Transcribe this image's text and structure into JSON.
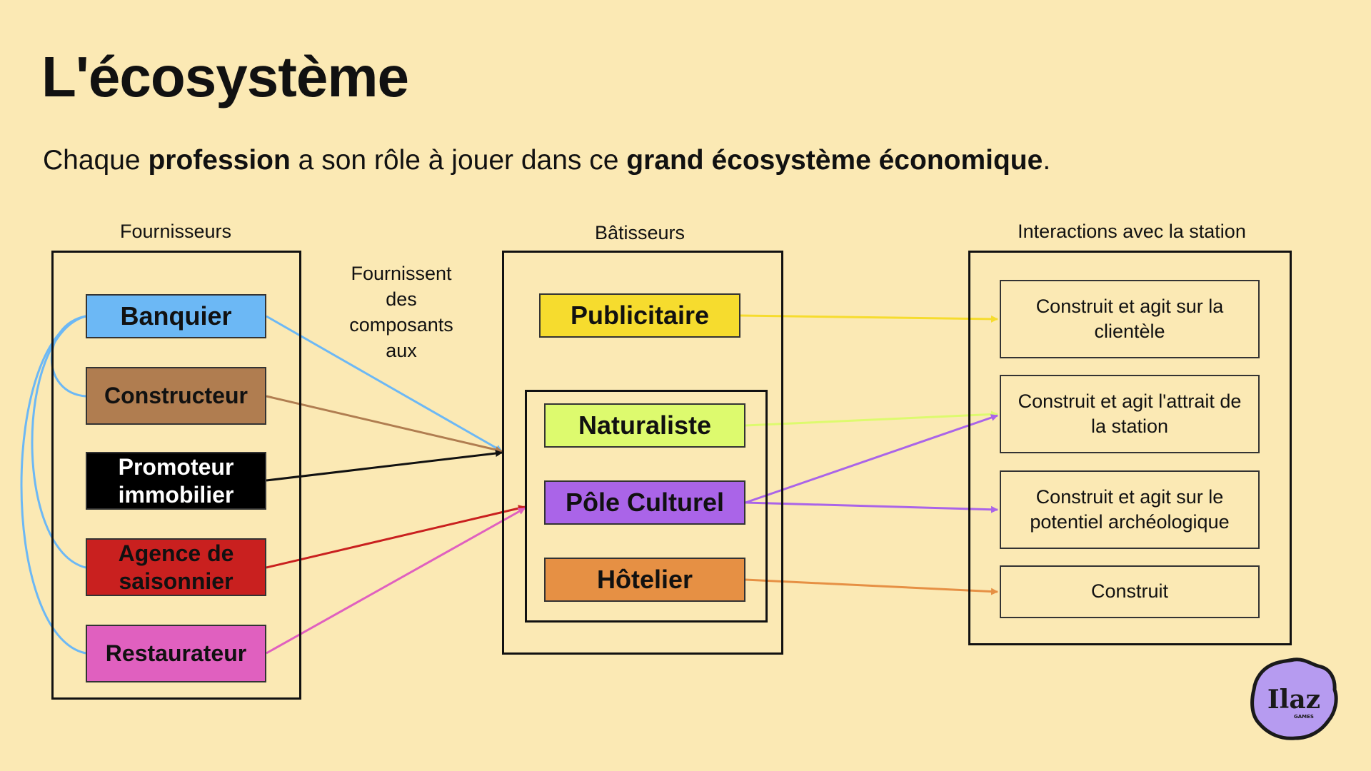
{
  "title": "L'écosystème",
  "subtitle": {
    "part1": "Chaque ",
    "bold1": "profession",
    "part2": " a son rôle à jouer dans ce ",
    "bold2": "grand écosystème économique",
    "part3": "."
  },
  "columns": {
    "suppliers": "Fournisseurs",
    "builders": "Bâtisseurs",
    "interactions": "Interactions avec la station"
  },
  "middle_label": {
    "line1": "Fournissent",
    "line2": "des",
    "line3": "composants",
    "line4": "aux"
  },
  "suppliers": [
    {
      "label": "Banquier",
      "color": "#6cb8f5"
    },
    {
      "label": "Constructeur",
      "color": "#b07d50"
    },
    {
      "label": "Promoteur immobilier",
      "color": "#000000"
    },
    {
      "label": "Agence de saisonnier",
      "color": "#c9201f"
    },
    {
      "label": "Restaurateur",
      "color": "#e060bf"
    }
  ],
  "builders": [
    {
      "label": "Publicitaire",
      "color": "#f6dc2e"
    },
    {
      "label": "Naturaliste",
      "color": "#ddfa6e"
    },
    {
      "label": "Pôle Culturel",
      "color": "#aa64e8"
    },
    {
      "label": "Hôtelier",
      "color": "#e69044"
    }
  ],
  "interactions": [
    {
      "label": "Construit et agit sur la clientèle"
    },
    {
      "label": "Construit et agit l'attrait de la station"
    },
    {
      "label": "Construit et agit sur le potentiel archéologique"
    },
    {
      "label": "Construit"
    }
  ],
  "logo": {
    "text": "Ilaz",
    "subtext": "GAMES",
    "color": "#b69bf0"
  }
}
